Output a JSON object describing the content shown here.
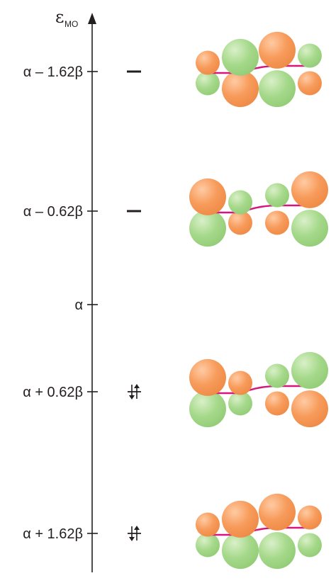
{
  "axis": {
    "symbol": "ε",
    "subscript": "MO"
  },
  "levels": [
    {
      "label": "α – 1.62β",
      "occupancy": "empty",
      "orbital": {
        "p1": {
          "size": "small",
          "top": "orange"
        },
        "p2": {
          "size": "large",
          "top": "green"
        },
        "p3": {
          "size": "large",
          "top": "orange"
        },
        "p4": {
          "size": "small",
          "top": "green"
        }
      }
    },
    {
      "label": "α – 0.62β",
      "occupancy": "empty",
      "orbital": {
        "p1": {
          "size": "large",
          "top": "orange"
        },
        "p2": {
          "size": "small",
          "top": "green"
        },
        "p3": {
          "size": "small",
          "top": "green"
        },
        "p4": {
          "size": "large",
          "top": "orange"
        }
      }
    },
    {
      "label": "α",
      "occupancy": "none"
    },
    {
      "label": "α + 0.62β",
      "occupancy": "paired",
      "orbital": {
        "p1": {
          "size": "large",
          "top": "orange"
        },
        "p2": {
          "size": "small",
          "top": "orange"
        },
        "p3": {
          "size": "small",
          "top": "green"
        },
        "p4": {
          "size": "large",
          "top": "green"
        }
      }
    },
    {
      "label": "α + 1.62β",
      "occupancy": "paired",
      "orbital": {
        "p1": {
          "size": "small",
          "top": "orange"
        },
        "p2": {
          "size": "large",
          "top": "orange"
        },
        "p3": {
          "size": "large",
          "top": "orange"
        },
        "p4": {
          "size": "small",
          "top": "orange"
        }
      }
    }
  ],
  "colors": {
    "orange": "#f79b5b",
    "green": "#a6d98b",
    "bond": "#d6167c",
    "ink": "#231f20"
  }
}
